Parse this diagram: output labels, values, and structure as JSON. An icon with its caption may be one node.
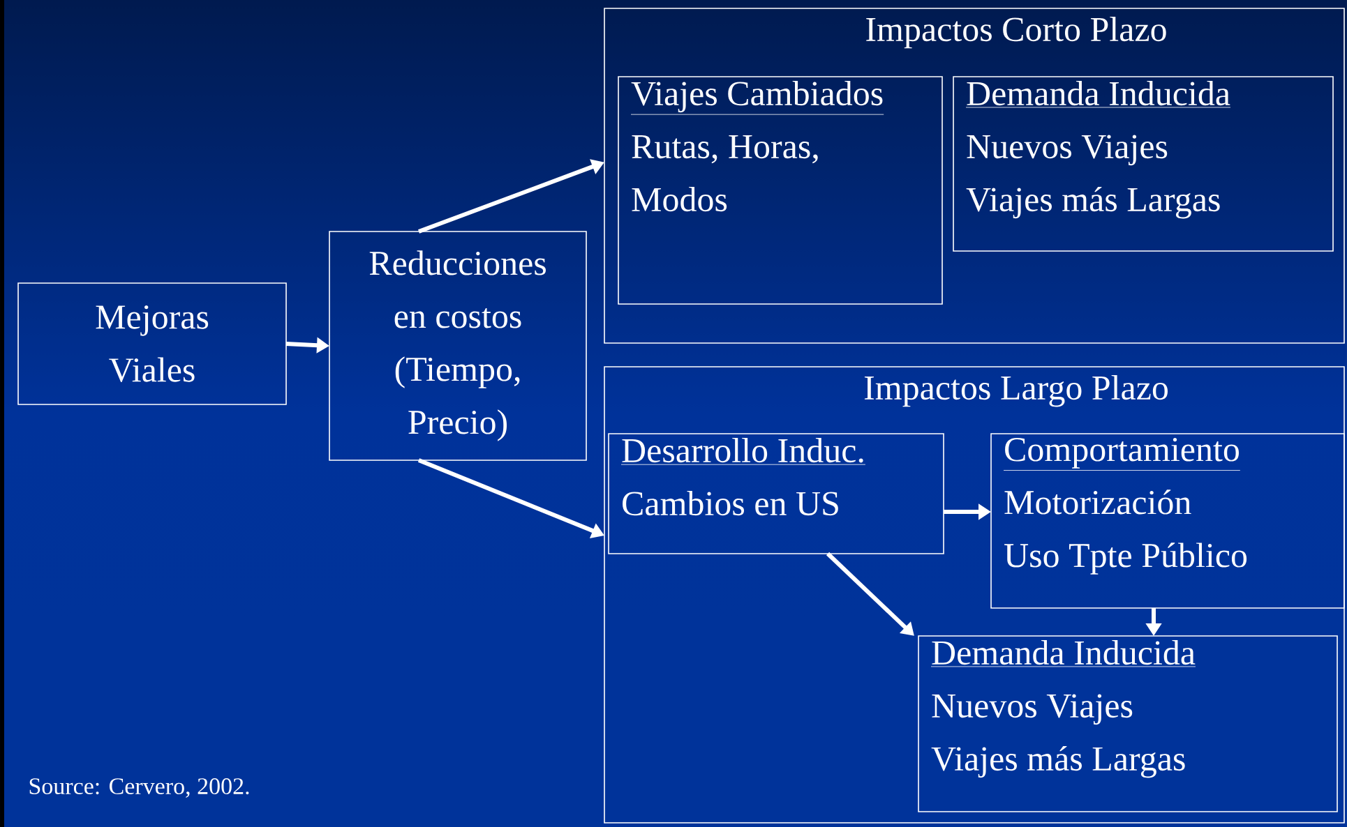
{
  "diagram": {
    "nodes": [
      {
        "text": [
          "Mejoras Viales"
        ]
      },
      {
        "text": [
          "Reducciones en costos (Tiempo, Precio)"
        ]
      },
      {
        "text": [
          "Impactos Corto Plazo"
        ]
      },
      {
        "text": [
          "Viajes Cambiados",
          "Rutas, Horas, Modos"
        ],
        "in": 2
      },
      {
        "text": [
          "Demanda Inducida",
          "Nuevos Viajes",
          "Viajes más Largas"
        ],
        "in": 2
      },
      {
        "text": [
          "Impactos Largo Plazo"
        ]
      },
      {
        "text": [
          "Desarrollo Induc.",
          "Cambios en US"
        ],
        "in": 5
      },
      {
        "text": [
          "Comportamiento",
          "Motorización",
          "Uso Tpte Público"
        ],
        "in": 5
      },
      {
        "text": [
          "Demanda Inducida",
          "Nuevos Viajes",
          "Viajes más Largas"
        ],
        "in": 5
      }
    ],
    "edges": [
      {
        "from": 0,
        "to": 1,
        "arrow": "to"
      },
      {
        "from": 1,
        "to": 2,
        "arrow": "to"
      },
      {
        "from": 1,
        "to": 5,
        "arrow": "to"
      },
      {
        "from": 6,
        "to": 7,
        "arrow": "to"
      },
      {
        "from": 6,
        "to": 8,
        "arrow": "to"
      },
      {
        "from": 7,
        "to": 8,
        "arrow": "to"
      }
    ],
    "labels": [
      "Source: Cervero, 2002."
    ]
  }
}
